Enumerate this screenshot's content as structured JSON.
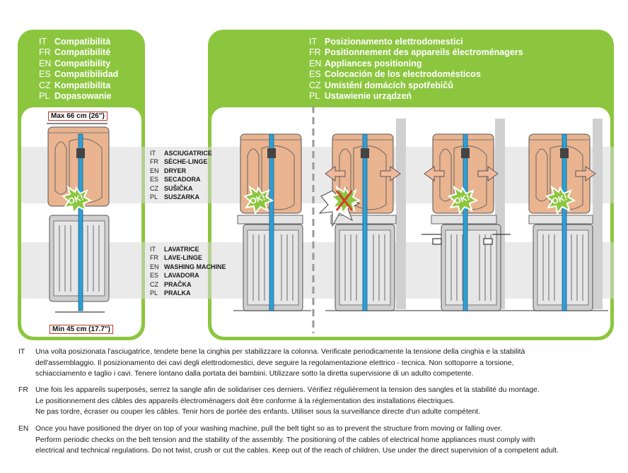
{
  "left_panel": {
    "header": [
      {
        "code": "IT",
        "text": "Compatibilità"
      },
      {
        "code": "FR",
        "text": "Compatibilité"
      },
      {
        "code": "EN",
        "text": "Compatibility"
      },
      {
        "code": "ES",
        "text": "Compatibilidad"
      },
      {
        "code": "CZ",
        "text": "Kompatibilita"
      },
      {
        "code": "PL",
        "text": "Dopasowanie"
      }
    ],
    "max_label": "Max 66 cm (26\")",
    "min_label": "Min 45 cm (17.7\")"
  },
  "right_panel": {
    "header": [
      {
        "code": "IT",
        "text": "Posizionamento elettrodomestici"
      },
      {
        "code": "FR",
        "text": "Positionnement des appareils électroménagers"
      },
      {
        "code": "EN",
        "text": "Appliances positioning"
      },
      {
        "code": "ES",
        "text": "Colocación de los electrodomésticos"
      },
      {
        "code": "CZ",
        "text": "Umístění domácích spotřebičů"
      },
      {
        "code": "PL",
        "text": "Ustawienie urządzeń"
      }
    ]
  },
  "dryer_labels": [
    {
      "code": "IT",
      "text": "ASCIUGATRICE"
    },
    {
      "code": "FR",
      "text": "SÈCHE-LINGE"
    },
    {
      "code": "EN",
      "text": "DRYER"
    },
    {
      "code": "ES",
      "text": "SECADORA"
    },
    {
      "code": "CZ",
      "text": "SUŠIČKA"
    },
    {
      "code": "PL",
      "text": "SUSZARKA"
    }
  ],
  "washer_labels": [
    {
      "code": "IT",
      "text": "LAVATRICE"
    },
    {
      "code": "FR",
      "text": "LAVE-LINGE"
    },
    {
      "code": "EN",
      "text": "WASHING MACHINE"
    },
    {
      "code": "ES",
      "text": "LAVADORA"
    },
    {
      "code": "CZ",
      "text": "PRAČKA"
    },
    {
      "code": "PL",
      "text": "PRALKA"
    }
  ],
  "ok_badge": "OK!",
  "instructions": [
    {
      "code": "IT",
      "lines": [
        "Una volta posizionata l'asciugatrice, tendete bene la cinghia per stabilizzare la colonna. Verificate periodicamente la tensione della cinghia e la stabilità",
        "dell'assemblaggio. Il posizionamento dei cavi degli elettrodomestici, deve seguire la regolamentazione elettrico - tecnica. Non sottoporre a torsione,",
        "schiacciamento e taglio i cavi. Tenere lontano dalla portata dei bambini. Utilizzare sotto la diretta supervisione di un adulto competente."
      ]
    },
    {
      "code": "FR",
      "lines": [
        "Une fois les appareils superposés, serrez la sangle afin de solidariser ces derniers. Vérifiez régulièrement la tension des sangles et la stabilité du montage.",
        "Le positionnement des câbles des appareils électroménagers doit être conforme à la réglementation des installations électriques.",
        "Ne pas tordre, écraser ou couper les câbles. Tenir hors de portée des enfants. Utiliser sous la surveillance directe d'un adulte compétent."
      ]
    },
    {
      "code": "EN",
      "lines": [
        "Once you have positioned the dryer on top of your washing machine, pull the belt tight so as to prevent the structure from moving or falling over.",
        "Perform periodic checks on the belt tension and the stability of the assembly. The positioning of the cables of electrical home appliances must comply with",
        "electrical and technical regulations. Do not twist, crush or cut the cables. Keep out of the reach of children. Use under the direct supervision of a competent adult."
      ]
    }
  ],
  "colors": {
    "panel_green": "#8cc63f",
    "belt_blue": "#2e9fd6",
    "dryer_tan": "#e9b48f",
    "red": "#c0392b"
  }
}
